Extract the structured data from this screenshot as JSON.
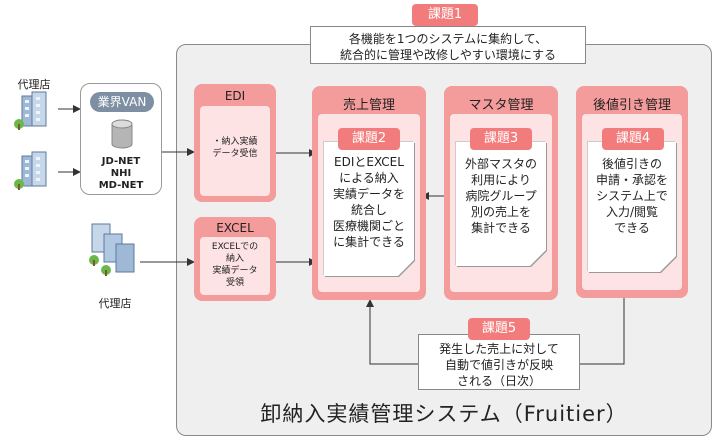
{
  "issues": {
    "issue1": {
      "tag": "課題1",
      "lines": [
        "各機能を1つのシステムに集約して、",
        "統合的に管理や改修しやすい環境にする"
      ]
    },
    "issue2": {
      "tag": "課題2",
      "lines": [
        "EDIとEXCEL",
        "による納入",
        "実績データを",
        "統合し",
        "医療機関ごと",
        "に集計できる"
      ]
    },
    "issue3": {
      "tag": "課題3",
      "lines": [
        "外部マスタの",
        "利用により",
        "病院グループ",
        "別の売上を",
        "集計できる"
      ]
    },
    "issue4": {
      "tag": "課題4",
      "lines": [
        "後値引きの",
        "申請・承認を",
        "システム上で",
        "入力/閲覧",
        "できる"
      ]
    },
    "issue5": {
      "tag": "課題5",
      "lines": [
        "発生した売上に対して",
        "自動で値引きが反映",
        "される（日次）"
      ]
    }
  },
  "agents": {
    "top_label": "代理店",
    "bottom_label": "代理店"
  },
  "van": {
    "label": "業界VAN",
    "networks": [
      "JD-NET",
      "NHI",
      "MD-NET"
    ]
  },
  "edi": {
    "title": "EDI",
    "lines": [
      "・納入実績",
      "データ受信"
    ]
  },
  "excel": {
    "title": "EXCEL",
    "lines": [
      "EXCELでの",
      "納入",
      "実績データ",
      "受領"
    ]
  },
  "modules": {
    "sales": "売上管理",
    "master": "マスタ管理",
    "discount": "後値引き管理"
  },
  "system_title": "卸納入実績管理システム（Fruitier）",
  "colors": {
    "accent": "#f27c7c",
    "module": "#f49b9b",
    "module_inner": "#fde3e3",
    "van": "#7e8fa3",
    "frame": "#efefef"
  }
}
